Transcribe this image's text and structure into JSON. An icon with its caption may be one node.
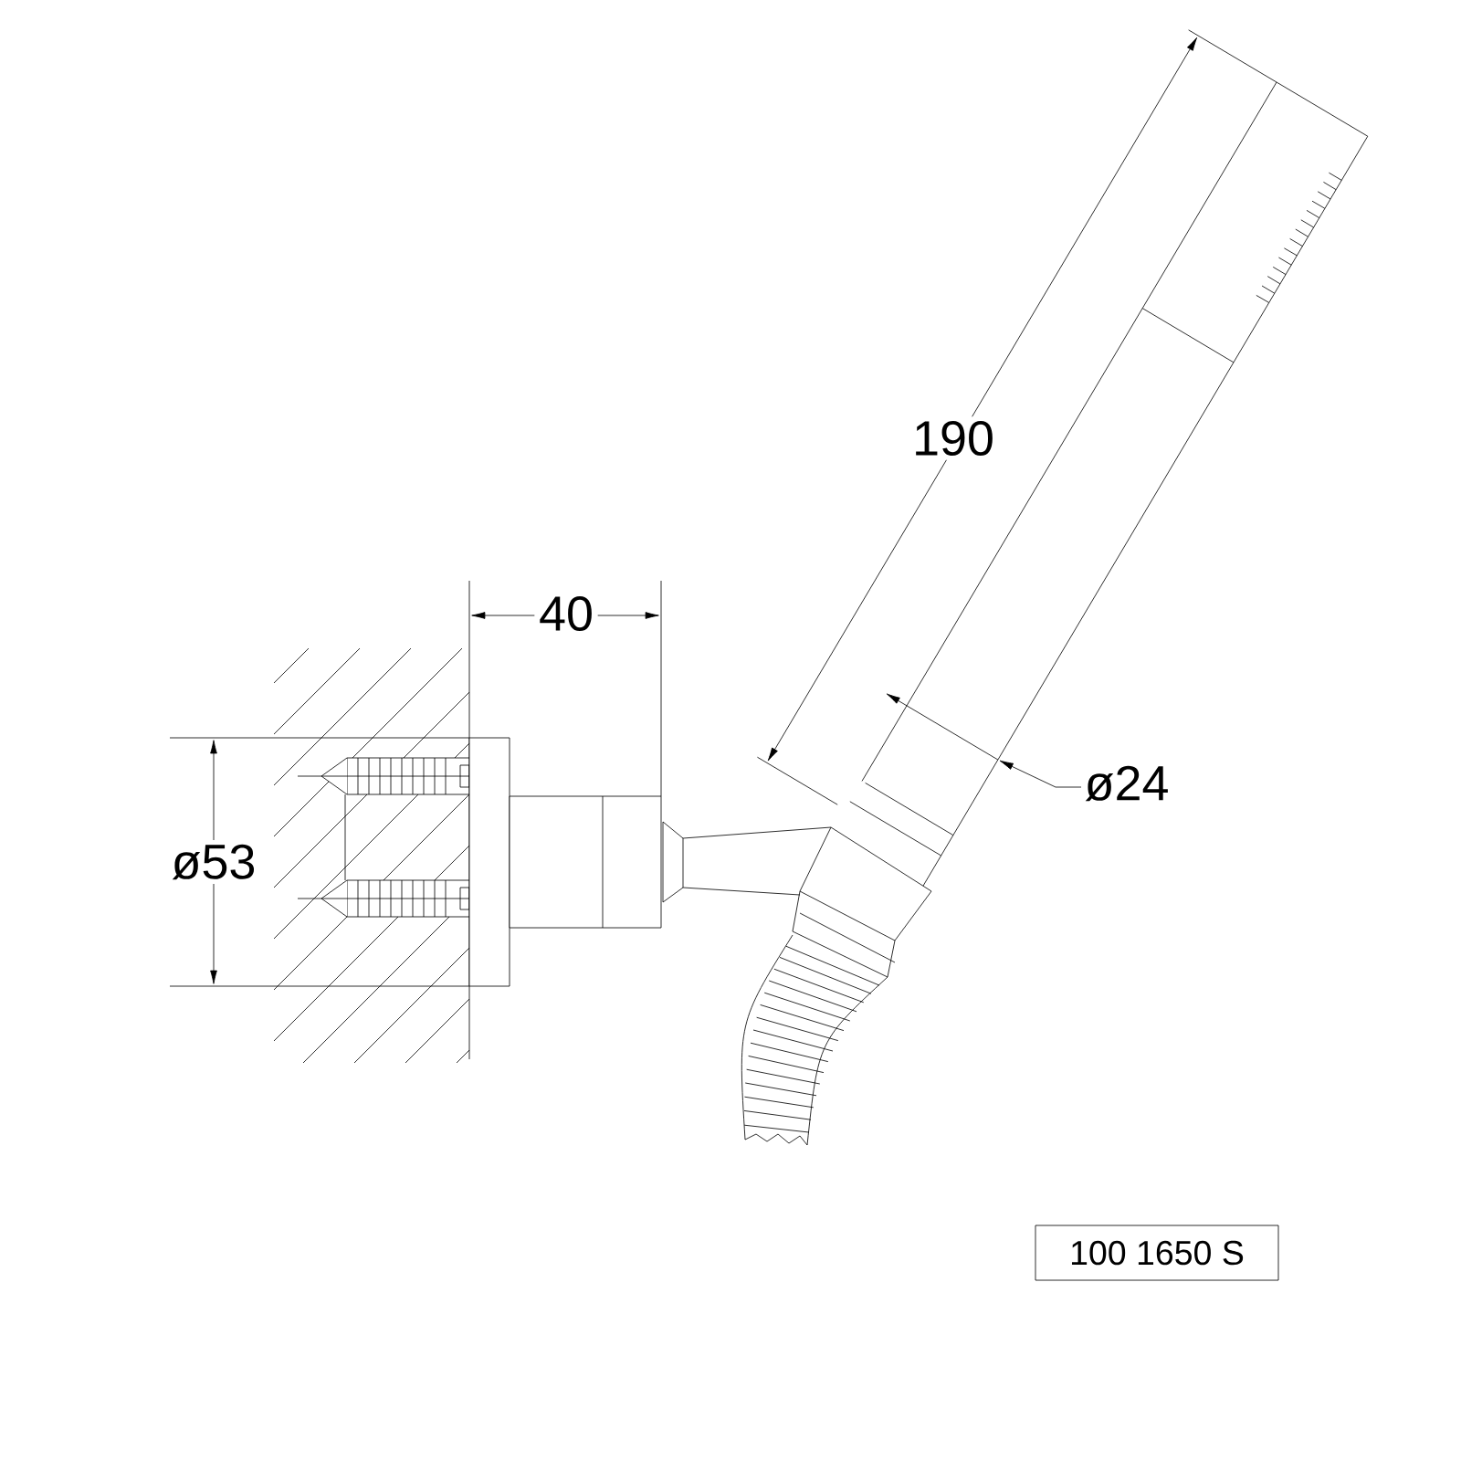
{
  "diagram": {
    "labels": [
      "190",
      "40",
      "ø24",
      "ø53",
      "100 1650 S"
    ]
  }
}
